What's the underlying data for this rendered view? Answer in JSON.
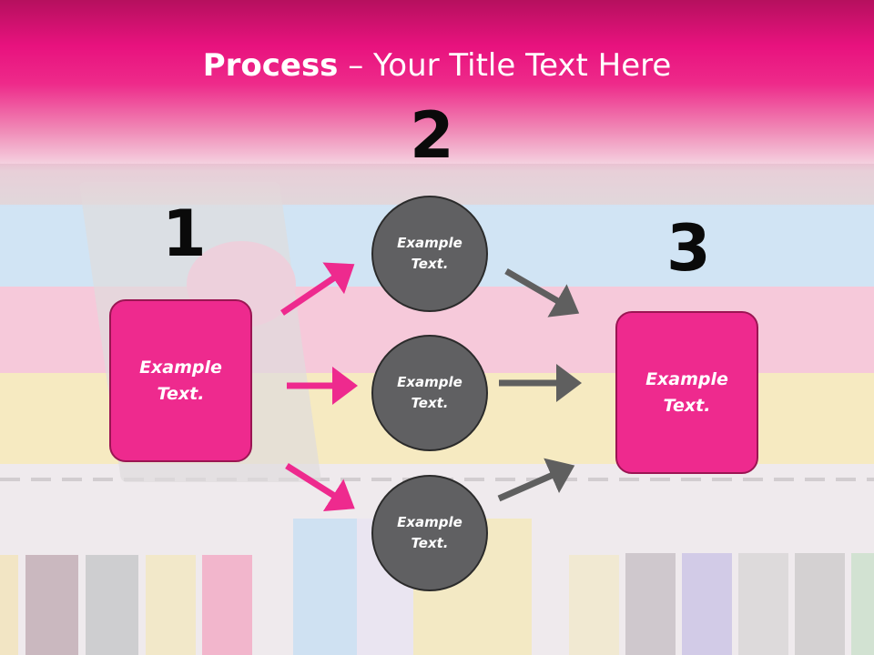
{
  "title": {
    "bold": "Process",
    "rest": " – Your Title Text Here"
  },
  "steps": [
    "1",
    "2",
    "3"
  ],
  "left_box": {
    "line1": "Example",
    "line2": "Text."
  },
  "circles": [
    {
      "line1": "Example",
      "line2": "Text."
    },
    {
      "line1": "Example",
      "line2": "Text."
    },
    {
      "line1": "Example",
      "line2": "Text."
    }
  ],
  "right_box": {
    "line1": "Example",
    "line2": "Text."
  },
  "colors": {
    "accent": "#ee2a8e",
    "accent_dark": "#9b1553",
    "circle": "#606062",
    "arrow_gray": "#5f5f5f",
    "header": "#e8127e"
  }
}
